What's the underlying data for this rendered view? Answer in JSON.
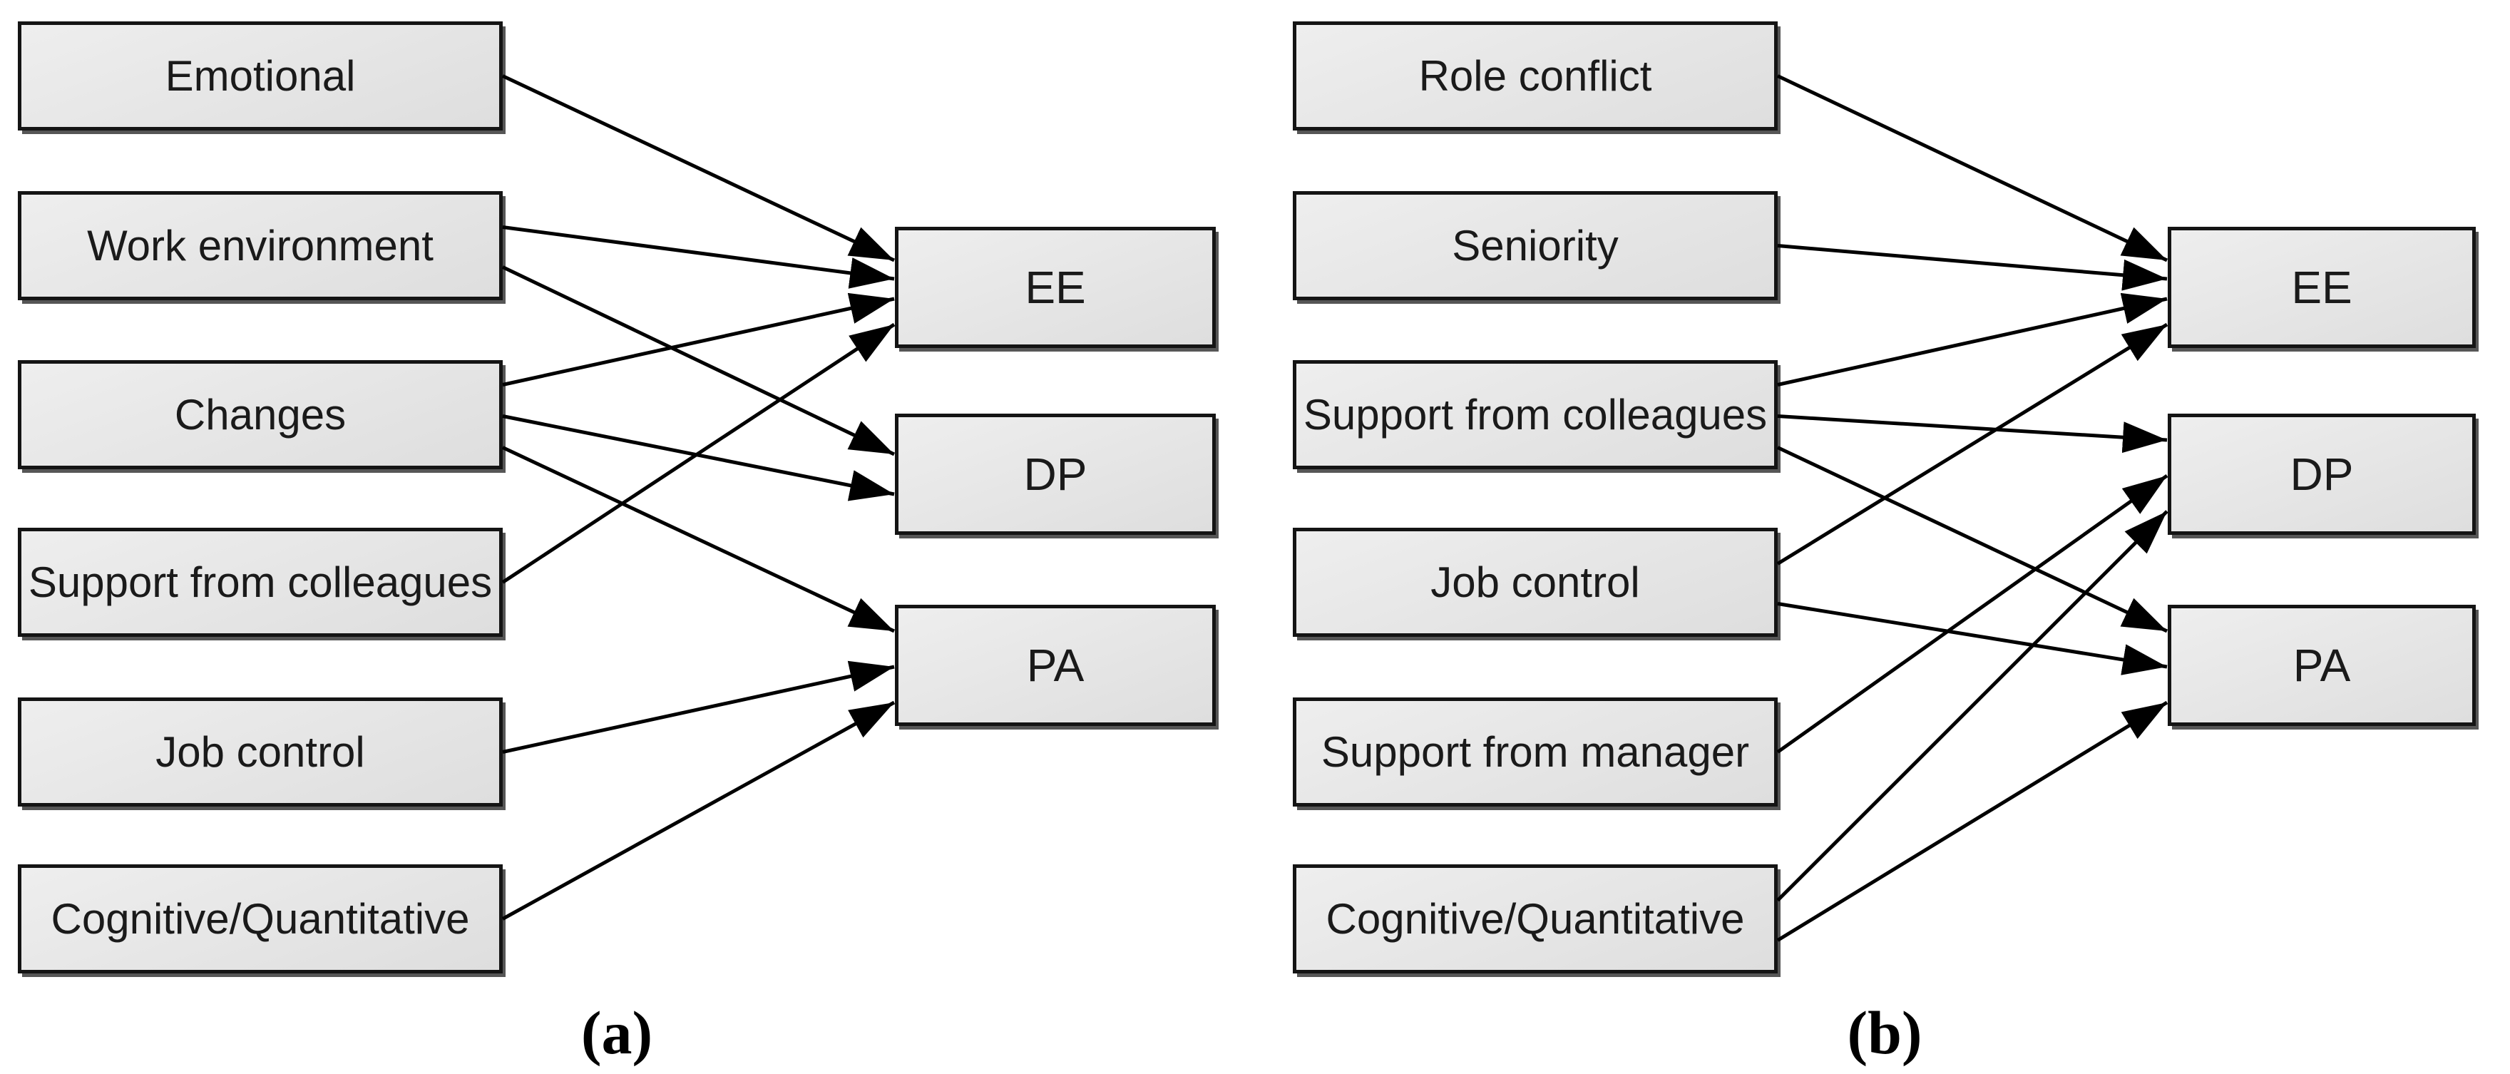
{
  "figure": {
    "type": "path-diagram",
    "description": "Two-panel path model: psychosocial predictors pointing to burnout outcomes EE, DP, PA"
  },
  "colors": {
    "box_border": "#141414",
    "box_fill_light": "#eeeeee",
    "box_fill_dark": "#dedede",
    "text": "#1a1a1a",
    "arrow": "#000000",
    "shadow": "#565656",
    "background": "#ffffff"
  },
  "panels": [
    {
      "caption": "(a)",
      "predictors": [
        "Emotional",
        "Work environment",
        "Changes",
        "Support from colleagues",
        "Job control",
        "Cognitive/Quantitative"
      ],
      "outcomes": [
        "EE",
        "DP",
        "PA"
      ],
      "edges": [
        {
          "from": "Emotional",
          "to": "EE"
        },
        {
          "from": "Work environment",
          "to": "EE"
        },
        {
          "from": "Work environment",
          "to": "DP"
        },
        {
          "from": "Changes",
          "to": "EE"
        },
        {
          "from": "Changes",
          "to": "DP"
        },
        {
          "from": "Changes",
          "to": "PA"
        },
        {
          "from": "Support from colleagues",
          "to": "EE"
        },
        {
          "from": "Job control",
          "to": "PA"
        },
        {
          "from": "Cognitive/Quantitative",
          "to": "PA"
        }
      ]
    },
    {
      "caption": "(b)",
      "predictors": [
        "Role conflict",
        "Seniority",
        "Support from colleagues",
        "Job control",
        "Support from manager",
        "Cognitive/Quantitative"
      ],
      "outcomes": [
        "EE",
        "DP",
        "PA"
      ],
      "edges": [
        {
          "from": "Role conflict",
          "to": "EE"
        },
        {
          "from": "Seniority",
          "to": "EE"
        },
        {
          "from": "Support from colleagues",
          "to": "EE"
        },
        {
          "from": "Support from colleagues",
          "to": "DP"
        },
        {
          "from": "Support from colleagues",
          "to": "PA"
        },
        {
          "from": "Job control",
          "to": "EE"
        },
        {
          "from": "Job control",
          "to": "PA"
        },
        {
          "from": "Support from manager",
          "to": "DP"
        },
        {
          "from": "Cognitive/Quantitative",
          "to": "DP"
        },
        {
          "from": "Cognitive/Quantitative",
          "to": "PA"
        }
      ]
    }
  ]
}
